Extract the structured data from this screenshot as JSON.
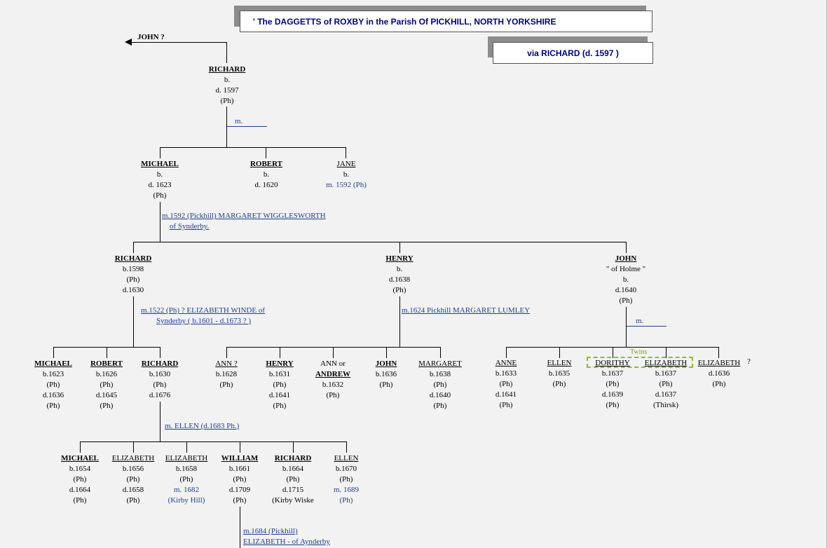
{
  "title": "' The DAGGETTS of ROXBY in the Parish  Of  PICKHILL,   NORTH YORKSHIRE",
  "subtitle": "via RICHARD (d. 1597 )",
  "root": {
    "name": "JOHN  ?"
  },
  "gen1": {
    "richard": {
      "name": "RICHARD",
      "l1": "b.",
      "l2": "d. 1597",
      "l3": "(Ph)"
    },
    "marriage": "m."
  },
  "gen2": {
    "michael": {
      "name": "MICHAEL",
      "l1": "b.",
      "l2": "d. 1623",
      "l3": "(Ph)"
    },
    "robert": {
      "name": "ROBERT",
      "l1": "b.",
      "l2": "d. 1620"
    },
    "jane": {
      "name": "JANE",
      "l1": "b.",
      "l2": "m. 1592 (Ph)"
    },
    "marriage1": "m.1592 (Pickhill)  MARGARET WIGGLESWORTH",
    "marriage2": "of Synderby."
  },
  "gen3": {
    "richard": {
      "name": "RICHARD",
      "l1": "b.1598",
      "l2": "(Ph)",
      "l3": "d.1630",
      "m1": "m.1522 (Ph) ? ELIZABETH WINDE of",
      "m2": "Synderby  ( b.1601 - d.1673 ? )"
    },
    "henry": {
      "name": "HENRY",
      "l1": "b.",
      "l2": "d.1638",
      "l3": "(Ph)",
      "m1": "m.1624 Pickhill    MARGARET LUMLEY"
    },
    "john": {
      "name": "JOHN",
      "l1": "\" of Holme \"",
      "l2": "b.",
      "l3": "d.1640",
      "l4": "(Ph)",
      "m1": "m."
    }
  },
  "gen4a": [
    {
      "name": "MICHAEL",
      "l1": "b.1623",
      "l2": "(Ph)",
      "l3": "d.1636",
      "l4": "(Ph)"
    },
    {
      "name": "ROBERT",
      "l1": "b.1626",
      "l2": "(Ph)",
      "l3": "d.1645",
      "l4": "(Ph)"
    },
    {
      "name": "RICHARD",
      "l1": "b.1630",
      "l2": "(Ph)",
      "l3": "d.1676",
      "m1": "m. ELLEN (d.1683 Ph.)"
    }
  ],
  "gen4b": [
    {
      "name": "ANN ?",
      "l1": "b.1628",
      "l2": "(Ph)"
    },
    {
      "name": "HENRY",
      "l1": "b.1631",
      "l2": "(Ph)",
      "l3": "d.1641",
      "l4": "(Ph)"
    },
    {
      "name1": "ANN or",
      "name2": "ANDREW",
      "l1": "b.1632",
      "l2": "(Ph)"
    },
    {
      "name": "JOHN",
      "l1": "b.1636",
      "l2": "(Ph)"
    },
    {
      "name": "MARGARET",
      "l1": "b.1638",
      "l2": "(Ph)",
      "l3": "d.1640",
      "l4": "(Ph)"
    }
  ],
  "gen4c": [
    {
      "name": "ANNE",
      "l1": "b.1633",
      "l2": "(Ph)",
      "l3": "d.1641",
      "l4": "(Ph)"
    },
    {
      "name": "ELLEN",
      "l1": "b.1635",
      "l2": "(Ph)"
    },
    {
      "name": "DORITHY",
      "l1": "b.1637",
      "l2": "(Ph)",
      "l3": "d.1639",
      "l4": "(Ph)"
    },
    {
      "name": "ELIZABETH",
      "l1": "b.1637",
      "l2": "(Ph)",
      "l3": "d.1637",
      "l4": "(Thirsk)"
    },
    {
      "name": "ELIZABETH",
      "l1": "d.1636",
      "l2": "(Ph)",
      "q": "?"
    }
  ],
  "twins": "Twins",
  "gen5": [
    {
      "name": "MICHAEL",
      "l1": "b.1654",
      "l2": "(Ph)",
      "l3": "d.1664",
      "l4": "(Ph)"
    },
    {
      "name": "ELIZABETH",
      "l1": "b.1656",
      "l2": "(Ph)",
      "l3": "d.1658",
      "l4": "(Ph)"
    },
    {
      "name": "ELIZABETH",
      "l1": "b.1658",
      "l2": "(Ph)",
      "l3": "m. 1682",
      "l4": "(Kirby Hill)"
    },
    {
      "name": "WILLIAM",
      "l1": "b.1661",
      "l2": "(Ph)",
      "l3": "d.1709",
      "l4": "(Ph)",
      "m1": "m.1684 (Pickhill)",
      "m2": "ELIZABETH  - of Aynderby"
    },
    {
      "name": "RICHARD",
      "l1": "b.1664",
      "l2": "(Ph)",
      "l3": "d.1715",
      "l4": "(Kirby Wiske"
    },
    {
      "name": "ELLEN",
      "l1": "b.1670",
      "l2": "(Ph)",
      "l3": "m. 1689",
      "l4": "(Ph)"
    }
  ]
}
